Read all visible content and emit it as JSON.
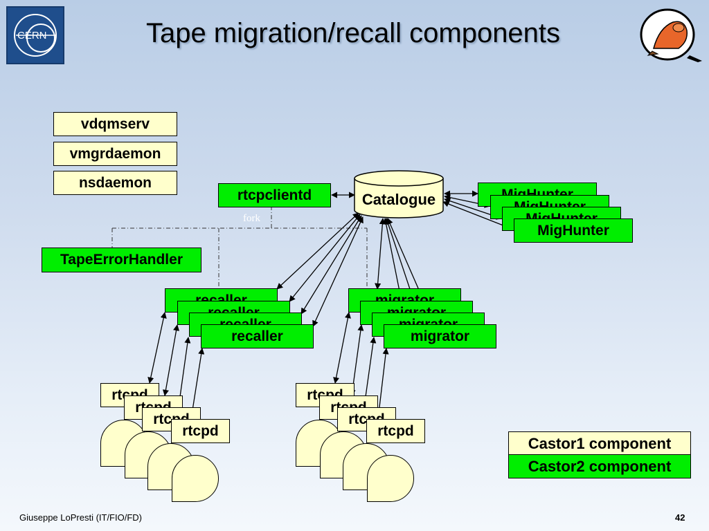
{
  "slide": {
    "title": "Tape migration/recall components",
    "footer": "Giuseppe LoPresti (IT/FIO/FD)",
    "page_number": "42",
    "logo_text": "CERN"
  },
  "components": {
    "vdqmserv": "vdqmserv",
    "vmgrdaemon": "vmgrdaemon",
    "nsdaemon": "nsdaemon",
    "rtcpclientd": "rtcpclientd",
    "catalogue": "Catalogue",
    "tape_error_handler": "TapeErrorHandler",
    "fork_label": "fork",
    "mighunter": [
      "MigHunter",
      "MigHunter",
      "MigHunter",
      "MigHunter"
    ],
    "recaller": [
      "recaller",
      "recaller",
      "recaller",
      "recaller"
    ],
    "migrator": [
      "migrator",
      "migrator",
      "migrator",
      "migrator"
    ],
    "rtcpd_left": [
      "rtcpd",
      "rtcpd",
      "rtcpd",
      "rtcpd"
    ],
    "rtcpd_right": [
      "rtcpd",
      "rtcpd",
      "rtcpd",
      "rtcpd"
    ]
  },
  "legend": {
    "castor1": "Castor1 component",
    "castor2": "Castor2 component"
  },
  "colors": {
    "castor1": "#ffffcc",
    "castor2": "#00ee00"
  }
}
